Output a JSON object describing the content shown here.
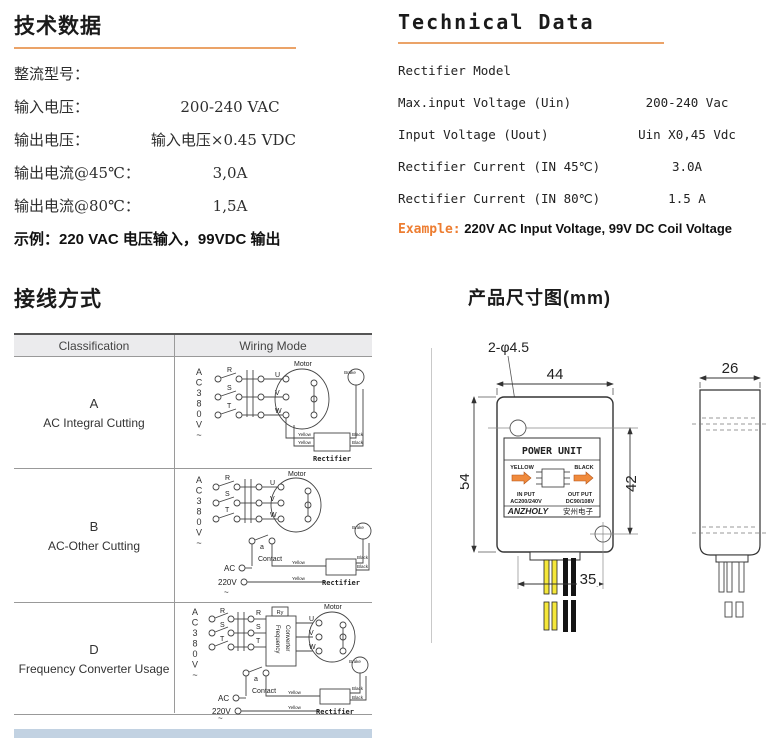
{
  "tech_cn": {
    "title": "技术数据",
    "rows": [
      {
        "label": "整流型号：",
        "value": ""
      },
      {
        "label": "输入电压：",
        "value": "200-240 VAC"
      },
      {
        "label": "输出电压：",
        "value": "输入电压×0.45 VDC"
      },
      {
        "label": "输出电流@45℃：",
        "value": "3,0A"
      },
      {
        "label": "输出电流@80℃：",
        "value": "1,5A"
      }
    ],
    "example": "示例：220 VAC 电压输入，99VDC 输出"
  },
  "tech_en": {
    "title": "Technical Data",
    "rows": [
      {
        "label": "Rectifier Model",
        "value": ""
      },
      {
        "label": "Max.input Voltage (Uin)",
        "value": "200-240 Vac"
      },
      {
        "label": "Input Voltage (Uout)",
        "value": "Uin X0,45 Vdc"
      },
      {
        "label": "Rectifier Current (IN  45℃)",
        "value": "3.0A"
      },
      {
        "label": "Rectifier Current (IN  80℃)",
        "value": "1.5 A"
      }
    ],
    "example_label": "Example:",
    "example_text": "220V AC Input Voltage, 99V DC Coil Voltage"
  },
  "wiring": {
    "title": "接线方式",
    "header": {
      "classification": "Classification",
      "mode": "Wiring Mode"
    },
    "rows": [
      {
        "code": "A",
        "name": "AC Integral Cutting"
      },
      {
        "code": "B",
        "name": "AC-Other Cutting"
      },
      {
        "code": "D",
        "name": "Frequency Converter Usage"
      }
    ],
    "labels": {
      "ac380": "AC380V~",
      "motor": "Motor",
      "brake": "Brake",
      "rectifier": "Rectifier",
      "contact": "Contact",
      "yellow": "Yellow",
      "black": "Black",
      "ac": "AC",
      "v220": "220V",
      "tilde": "~",
      "r": "R",
      "s": "S",
      "t": "T",
      "u": "U",
      "v": "V",
      "w": "W",
      "a": "a",
      "ry": "Ry",
      "freq1": "Frequency",
      "freq2": "Converter"
    }
  },
  "dims": {
    "title": "产品尺寸图(mm)",
    "hole_note": "2-φ4.5",
    "width_front": "44",
    "height_front": "54",
    "label_height": "42",
    "wire_span": "35",
    "width_side": "26",
    "unit_label": {
      "title": "POWER UNIT",
      "yellow": "YELLOW",
      "black": "BLACK",
      "input": "IN PUT",
      "input_v": "AC200/240V",
      "output": "OUT PUT",
      "output_v": "DC90/108V",
      "brand": "ANZHOLY",
      "brand_cn": "安州电子"
    },
    "colors": {
      "wire_yellow": "#f5e73a",
      "wire_black": "#141414",
      "arrow_orange": "#f08a3c"
    }
  }
}
